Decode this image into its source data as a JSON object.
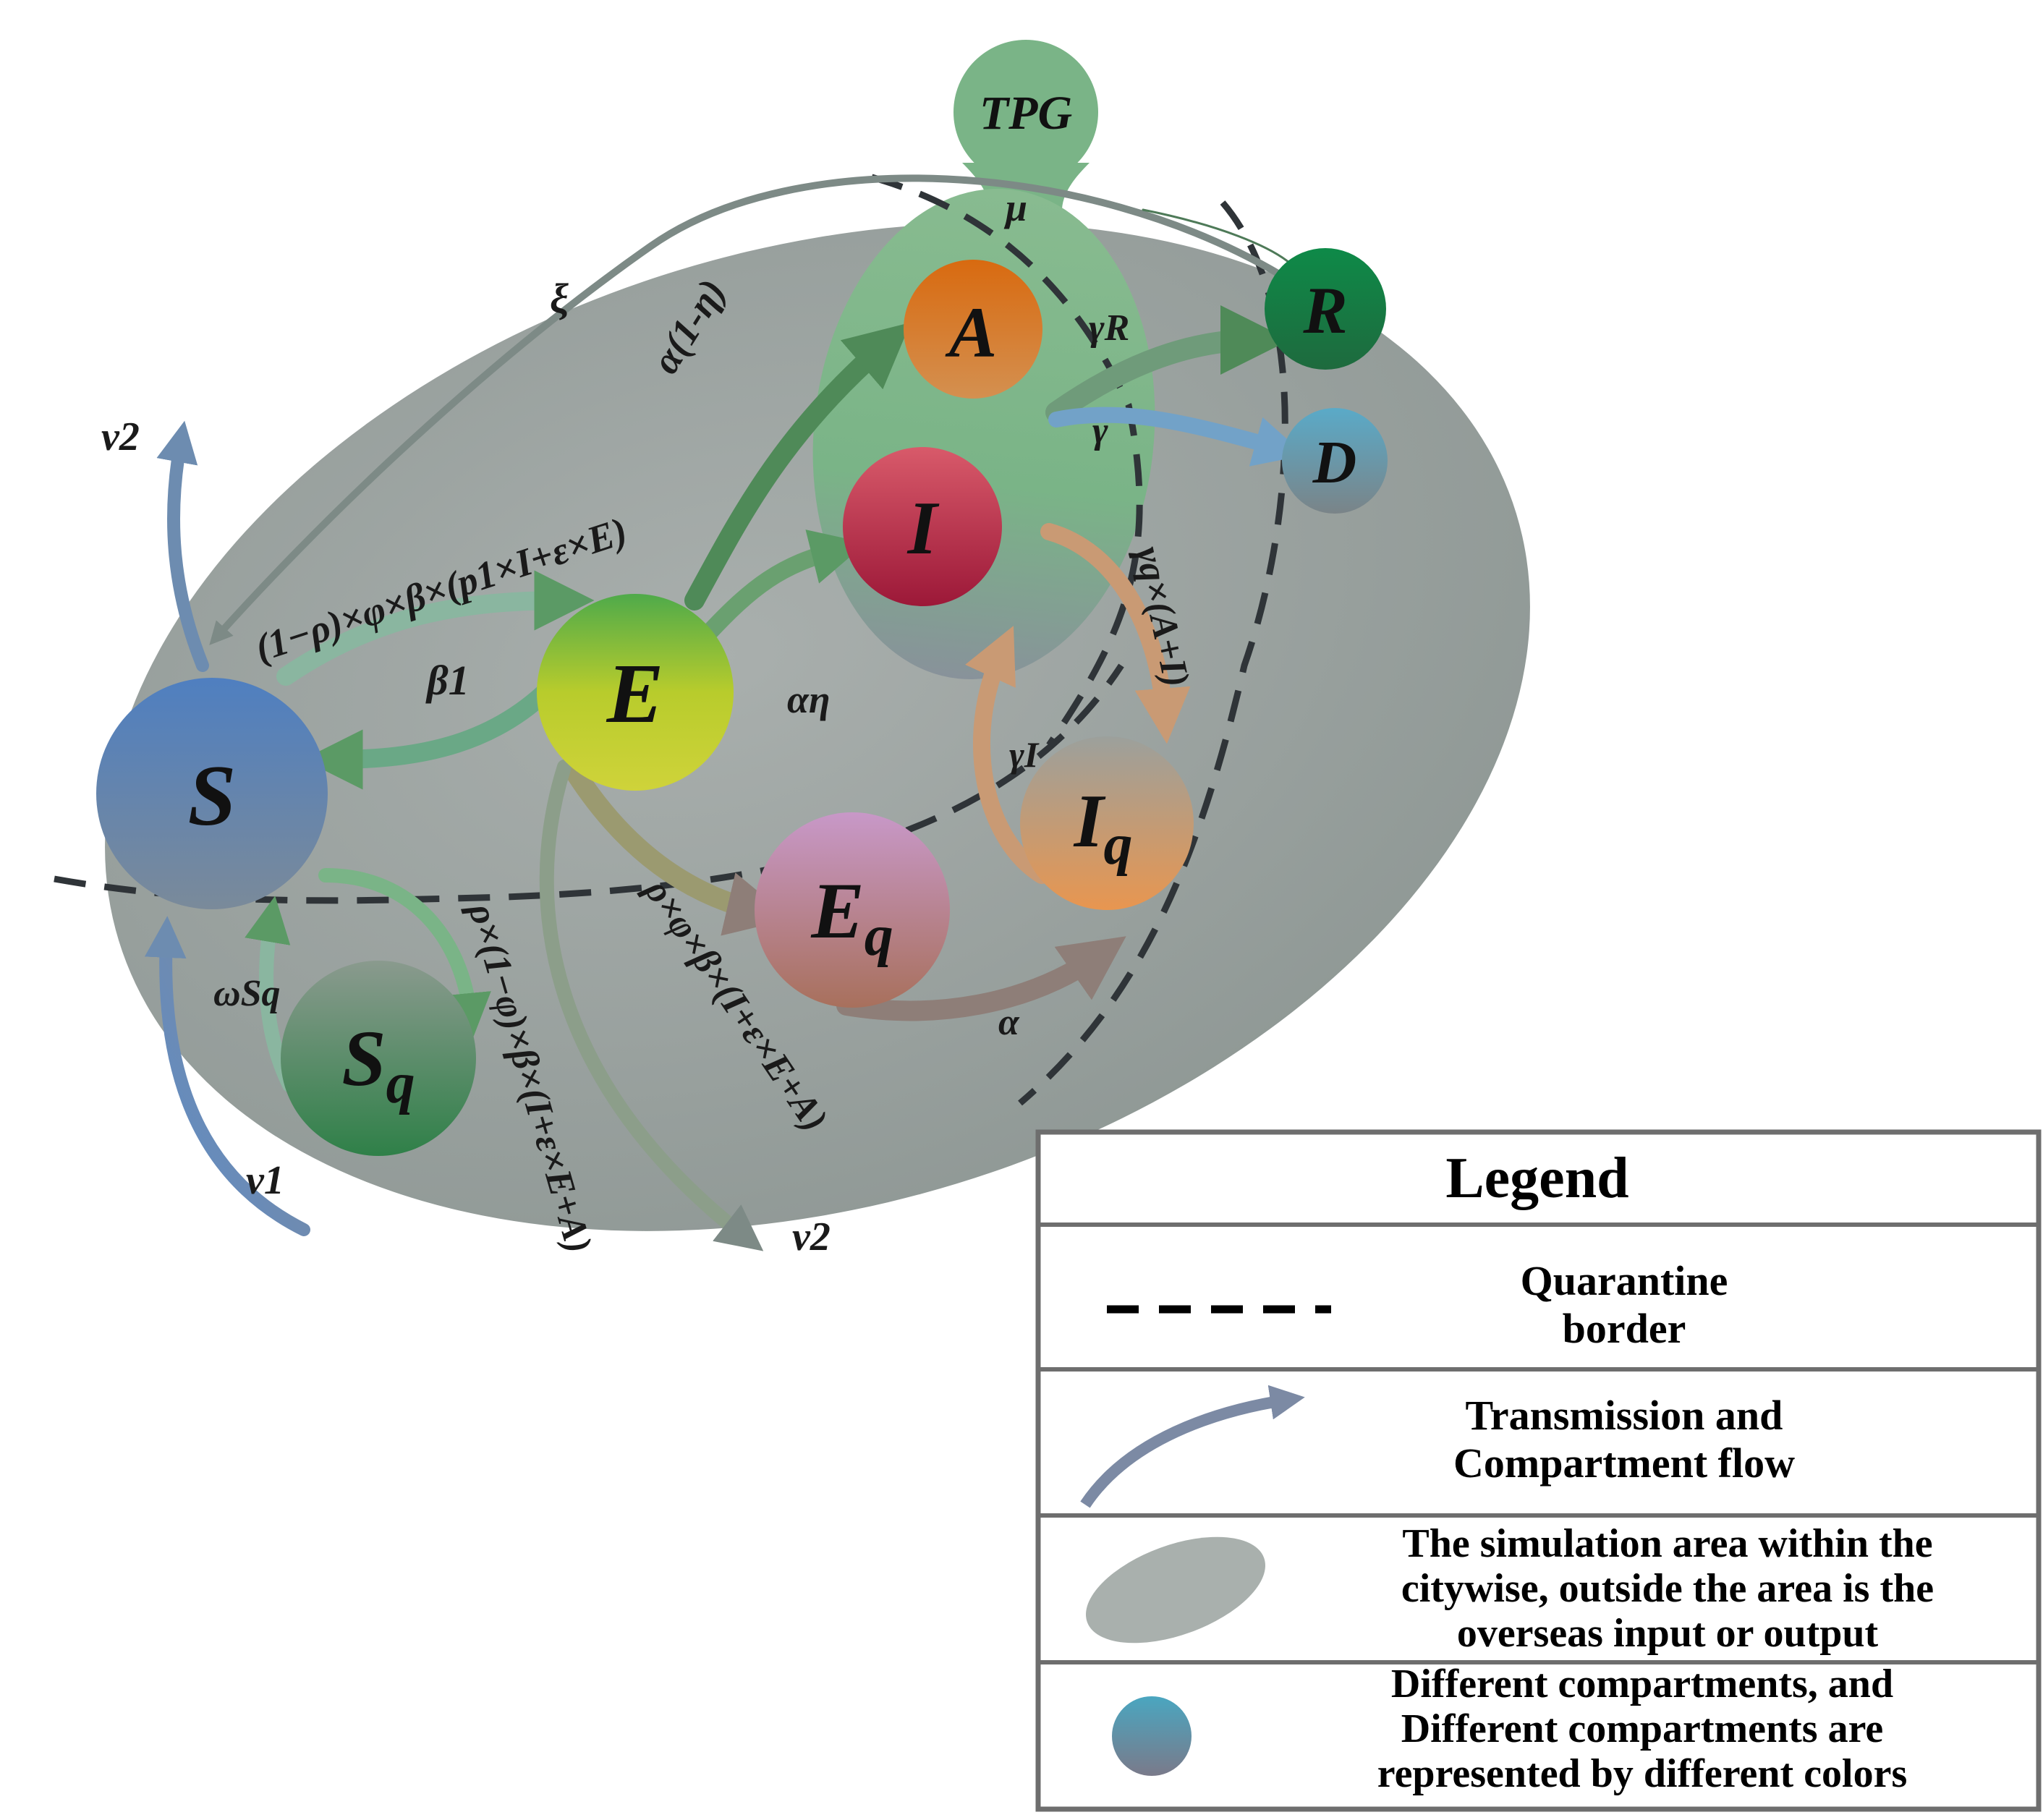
{
  "colors": {
    "area_fill": "#9fa6a3",
    "border_dash": "#2f3438",
    "legend_border": "#6e6e6e",
    "S": "#4f7fb5",
    "Sq": "#3f8a55",
    "E": "#b6c92f",
    "Eq": "#b98aa8",
    "A": "#d0701f",
    "I": "#b93c4f",
    "Iq": "#d89a65",
    "R": "#1a7a45",
    "D": "#5d9ab0",
    "TPG": "#7fb58c"
  },
  "nodes": {
    "S": {
      "label": "S"
    },
    "Sq": {
      "label": "S",
      "sub": "q"
    },
    "E": {
      "label": "E"
    },
    "Eq": {
      "label": "E",
      "sub": "q"
    },
    "A": {
      "label": "A"
    },
    "I": {
      "label": "I"
    },
    "Iq": {
      "label": "I",
      "sub": "q"
    },
    "R": {
      "label": "R"
    },
    "D": {
      "label": "D"
    },
    "TPG": {
      "label": "TPG"
    }
  },
  "rates": {
    "mu": "μ",
    "xi": "ξ",
    "alpha_1_eta": "α(1-η)",
    "gamma_R": "γR",
    "gamma": "γ",
    "v2_top": "v2",
    "transmission": "(1−ρ)×φ×β×(p1×I+ε×E)",
    "beta1": "β1",
    "alpha_eta": "αη",
    "gamma_q": "γq×(A+I)",
    "gamma_I": "γI",
    "omega_sq": "ωSq",
    "rho_1_phi": "ρ×(1−φ)×β×(I+ε×E+A)",
    "rho_phi": "ρ×φ×β×(I+ε×E+A)",
    "alpha": "α",
    "v1": "v1",
    "v2_bottom": "v2"
  },
  "legend": {
    "title": "Legend",
    "rows": [
      {
        "icon": "dashed-line-icon",
        "lines": [
          "Quarantine",
          "border"
        ]
      },
      {
        "icon": "arrow-icon",
        "lines": [
          "Transmission and",
          "Compartment flow"
        ]
      },
      {
        "icon": "ellipse-icon",
        "lines": [
          "The simulation area within the",
          "citywise, outside the area is the",
          "overseas input or output"
        ]
      },
      {
        "icon": "circle-icon",
        "lines": [
          "Different compartments, and",
          "Different compartments are",
          "represented by different colors"
        ]
      }
    ]
  }
}
